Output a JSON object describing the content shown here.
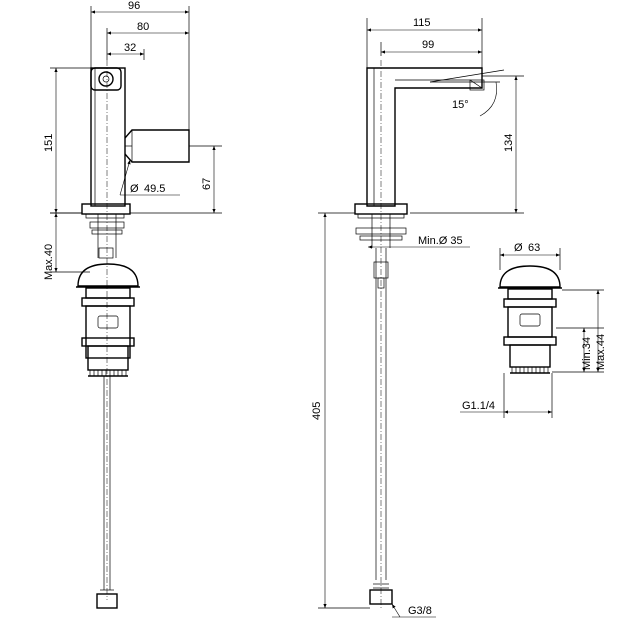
{
  "drawing": {
    "front_view": {
      "dimensions": {
        "width_total": "96",
        "width_spout": "80",
        "width_axis": "32",
        "height_total": "151",
        "height_handle": "67",
        "handle_diameter": "49.5",
        "max_deck": "Max.40"
      }
    },
    "side_view": {
      "dimensions": {
        "depth_total": "115",
        "depth_spout": "99",
        "spout_height": "134",
        "angle": "15°",
        "hole_diameter": "Min.Ø 35",
        "hose_length": "405",
        "hose_thread": "G3/8"
      }
    },
    "waste_detail": {
      "dimensions": {
        "cap_diameter": "63",
        "min_height": "Min.34",
        "max_height": "Max.44",
        "thread": "G1.1/4"
      }
    },
    "diameter_symbol": "Ø"
  }
}
